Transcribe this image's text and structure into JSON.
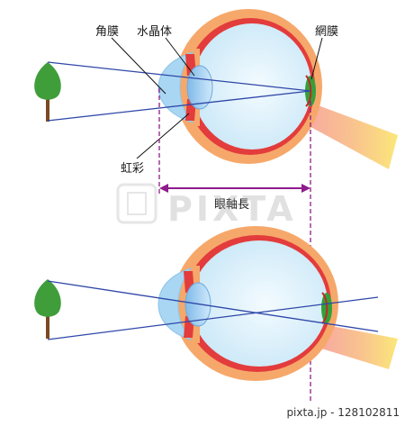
{
  "labels": {
    "cornea": "角膜",
    "lens": "水晶体",
    "retina": "網膜",
    "iris": "虹彩",
    "axial_length": "眼軸長"
  },
  "watermark": {
    "text": "PIXTA"
  },
  "credit": {
    "text": "pixta.jp - 128102811"
  },
  "colors": {
    "sclera_outer": "#f6a86a",
    "sclera_inner": "#e33c3c",
    "vitreous": "#dff1fb",
    "cornea": "#a9d6f3",
    "ray": "#2f47a8",
    "dimension": "#8e1b8c",
    "tree_leaf": "#3f9e3a",
    "tree_trunk": "#7a4a24",
    "nerve": "#f8c98a"
  }
}
